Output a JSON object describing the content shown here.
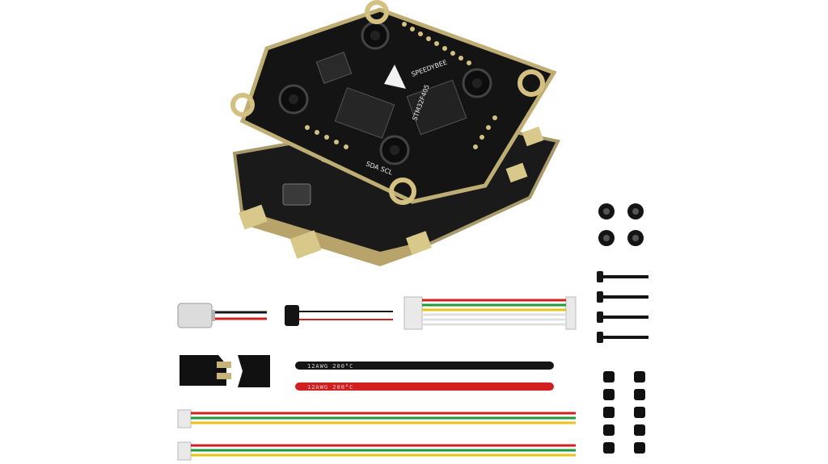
{
  "product": {
    "brand_marking": "SPEEDYBEE",
    "chip_marking": "STM32F405",
    "board_label": "SDA SCL",
    "wire_label": "12AWG 200°C"
  },
  "colors": {
    "pcb": "#121212",
    "gold": "#c8b47a",
    "red_wire": "#d22020",
    "black_wire": "#151515",
    "green_wire": "#1f9a3a",
    "yellow_wire": "#e6c21a"
  }
}
